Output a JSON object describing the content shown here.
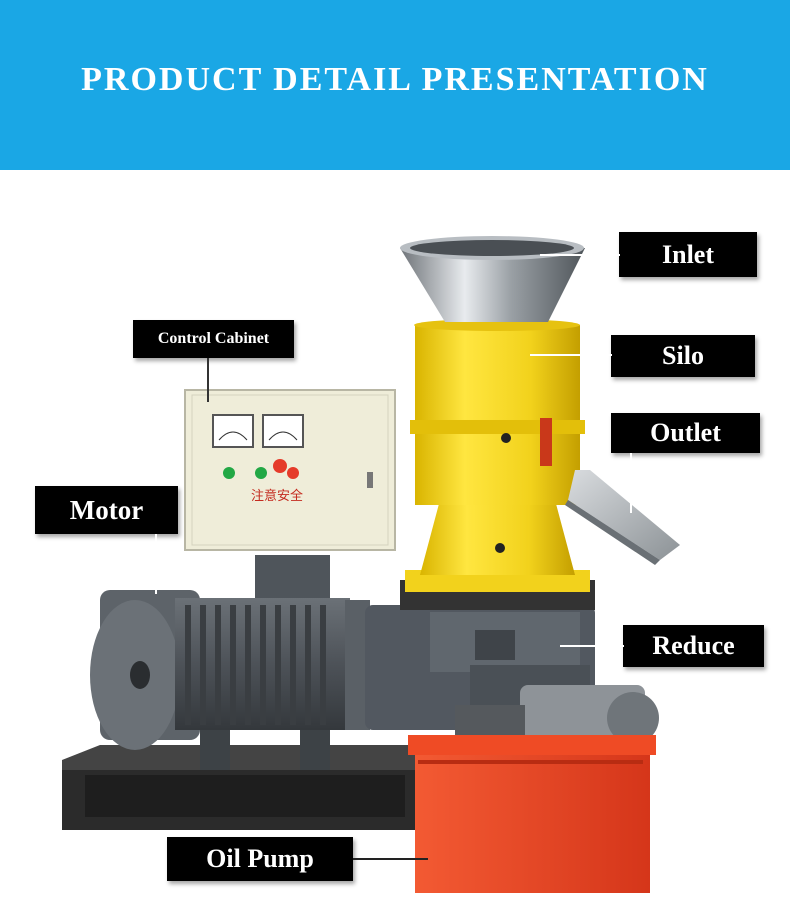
{
  "header": {
    "title": "PRODUCT DETAIL PRESENTATION"
  },
  "labels": {
    "inlet": "Inlet",
    "silo": "Silo",
    "outlet": "Outlet",
    "control_cabinet": "Control Cabinet",
    "motor": "Motor",
    "reduce": "Reduce",
    "oil_pump": "Oil Pump"
  },
  "cabinet_text": "注意安全",
  "colors": {
    "banner": "#1aa7e5",
    "silo_yellow": "#f2d21c",
    "motor_gray": "#4d5258",
    "oil_pump_red": "#e8401f",
    "label_bg": "#000000"
  }
}
